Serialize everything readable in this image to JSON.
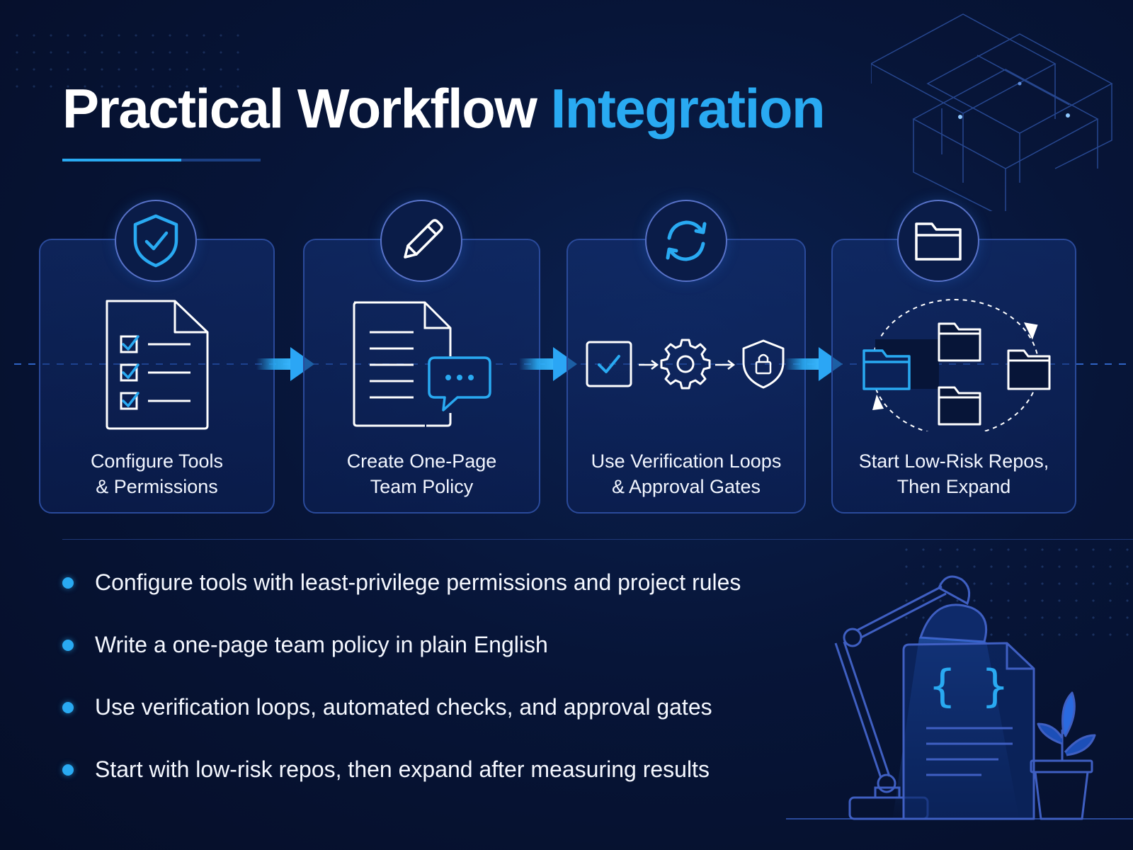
{
  "title": {
    "main": "Practical Workflow",
    "accent": "Integration"
  },
  "steps": [
    {
      "label_line1": "Configure Tools",
      "label_line2": "& Permissions",
      "badge_icon": "shield-check-icon",
      "art": "checklist-document-icon"
    },
    {
      "label_line1": "Create One-Page",
      "label_line2": "Team Policy",
      "badge_icon": "pencil-icon",
      "art": "document-chat-icon"
    },
    {
      "label_line1": "Use Verification Loops",
      "label_line2": "& Approval Gates",
      "badge_icon": "refresh-cycle-icon",
      "art": "check-gear-lock-flow-icon"
    },
    {
      "label_line1": "Start Low-Risk Repos,",
      "label_line2": "Then Expand",
      "badge_icon": "folder-icon",
      "art": "folder-cycle-icon"
    }
  ],
  "bullets": [
    "Configure tools with least-privilege permissions and project rules",
    "Write a one-page team policy in plain English",
    "Use verification loops, automated checks, and approval gates",
    "Start with low-risk repos, then expand after measuring results"
  ],
  "illustration": {
    "code_glyph": "{ }",
    "icons": [
      "desk-lamp-icon",
      "code-document-icon",
      "plant-pot-icon",
      "isometric-cubes-icon"
    ]
  },
  "colors": {
    "background": "#071538",
    "accent": "#29aaf2",
    "card_border": "#2a4a9a",
    "text": "#ffffff"
  }
}
